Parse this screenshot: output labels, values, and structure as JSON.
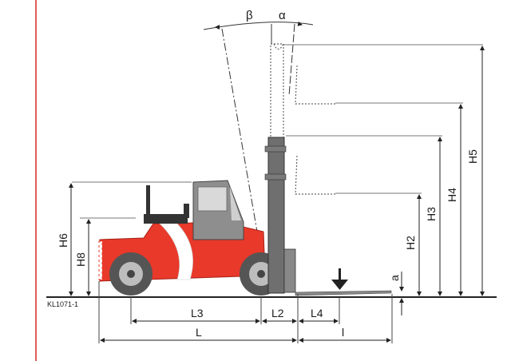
{
  "figure": {
    "id_label": "KL1071-1",
    "border_color": "#d62a1e",
    "body_color": "#e8392a",
    "stripe_color": "#ffffff",
    "mast_color": "#6f6f6f",
    "tire_color": "#555555",
    "line_color": "#222222"
  },
  "angles": {
    "beta": "β",
    "alpha": "α"
  },
  "heights": {
    "h2": "H2",
    "h3": "H3",
    "h4": "H4",
    "h5": "H5",
    "h6": "H6",
    "h8": "H8",
    "a": "a"
  },
  "lengths": {
    "l3": "L3",
    "l2": "L2",
    "l4": "L4",
    "l": "L",
    "l_fork": "l"
  }
}
